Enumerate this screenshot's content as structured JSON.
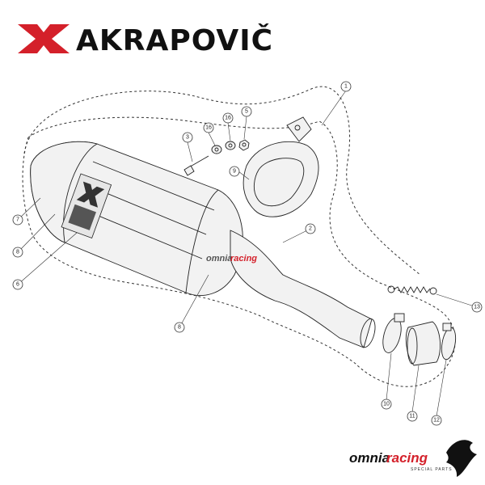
{
  "header": {
    "brand_name": "AKRAPOVIČ",
    "brand_color": "#d4202a"
  },
  "watermark": {
    "part1": "omnia",
    "part2": "racing",
    "accent_color": "#d4202a"
  },
  "footer_logo": {
    "part1": "omnia",
    "part2": "racing",
    "tagline": "SPECIAL PARTS",
    "accent_color": "#d4202a"
  },
  "callouts": [
    {
      "id": "c1",
      "label": "1"
    },
    {
      "id": "c2",
      "label": "2"
    },
    {
      "id": "c3",
      "label": "3"
    },
    {
      "id": "c4",
      "label": "16"
    },
    {
      "id": "c5",
      "label": "16"
    },
    {
      "id": "c6",
      "label": "5"
    },
    {
      "id": "c7",
      "label": "9"
    },
    {
      "id": "c8",
      "label": "7"
    },
    {
      "id": "c9",
      "label": "8"
    },
    {
      "id": "c10",
      "label": "6"
    },
    {
      "id": "c11",
      "label": "8"
    },
    {
      "id": "c12",
      "label": "13"
    },
    {
      "id": "c13",
      "label": "10"
    },
    {
      "id": "c14",
      "label": "11"
    },
    {
      "id": "c15",
      "label": "12"
    }
  ]
}
